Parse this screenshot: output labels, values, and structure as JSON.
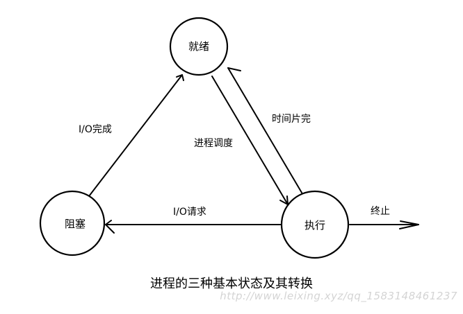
{
  "nodes": {
    "ready": "就绪",
    "blocked": "阻塞",
    "running": "执行"
  },
  "edges": {
    "io_complete": "I/O完成",
    "dispatch": "进程调度",
    "time_slice": "时间片完",
    "io_request": "I/O请求",
    "terminate": "终止"
  },
  "caption": "进程的三种基本状态及其转换",
  "watermark": "http://www.leixing.xyz/qq_1583148461237"
}
